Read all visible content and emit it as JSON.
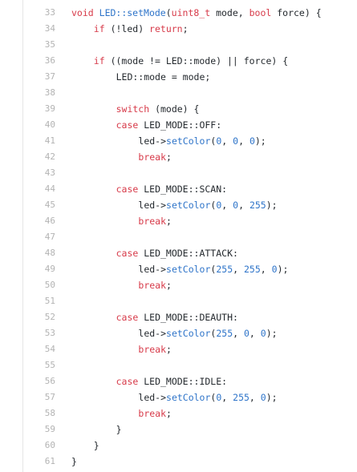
{
  "colors": {
    "keyword": "#d73a49",
    "function": "#2e74c9",
    "number": "#2e74c9",
    "text": "#24292e",
    "line_number": "#b3b3b3"
  },
  "lines": [
    {
      "n": "33",
      "indent": 0,
      "tokens": [
        {
          "t": "void",
          "c": "kw"
        },
        {
          "t": " ",
          "c": "plain"
        },
        {
          "t": "LED::setMode",
          "c": "fn"
        },
        {
          "t": "(",
          "c": "plain"
        },
        {
          "t": "uint8_t",
          "c": "kw"
        },
        {
          "t": " mode, ",
          "c": "plain"
        },
        {
          "t": "bool",
          "c": "kw"
        },
        {
          "t": " force) {",
          "c": "plain"
        }
      ]
    },
    {
      "n": "34",
      "indent": 4,
      "tokens": [
        {
          "t": "if",
          "c": "kw"
        },
        {
          "t": " (!led) ",
          "c": "plain"
        },
        {
          "t": "return",
          "c": "kw"
        },
        {
          "t": ";",
          "c": "plain"
        }
      ]
    },
    {
      "n": "35",
      "indent": 0,
      "tokens": []
    },
    {
      "n": "36",
      "indent": 4,
      "tokens": [
        {
          "t": "if",
          "c": "kw"
        },
        {
          "t": " ((mode != LED::mode) || force) {",
          "c": "plain"
        }
      ]
    },
    {
      "n": "37",
      "indent": 8,
      "tokens": [
        {
          "t": "LED::mode = mode;",
          "c": "plain"
        }
      ]
    },
    {
      "n": "38",
      "indent": 0,
      "tokens": []
    },
    {
      "n": "39",
      "indent": 8,
      "tokens": [
        {
          "t": "switch",
          "c": "kw"
        },
        {
          "t": " (mode) {",
          "c": "plain"
        }
      ]
    },
    {
      "n": "40",
      "indent": 8,
      "tokens": [
        {
          "t": "case",
          "c": "kw"
        },
        {
          "t": " LED_MODE::OFF:",
          "c": "plain"
        }
      ]
    },
    {
      "n": "41",
      "indent": 12,
      "tokens": [
        {
          "t": "led->",
          "c": "plain"
        },
        {
          "t": "setColor",
          "c": "fn"
        },
        {
          "t": "(",
          "c": "plain"
        },
        {
          "t": "0",
          "c": "num"
        },
        {
          "t": ", ",
          "c": "plain"
        },
        {
          "t": "0",
          "c": "num"
        },
        {
          "t": ", ",
          "c": "plain"
        },
        {
          "t": "0",
          "c": "num"
        },
        {
          "t": ");",
          "c": "plain"
        }
      ]
    },
    {
      "n": "42",
      "indent": 12,
      "tokens": [
        {
          "t": "break",
          "c": "kw"
        },
        {
          "t": ";",
          "c": "plain"
        }
      ]
    },
    {
      "n": "43",
      "indent": 0,
      "tokens": []
    },
    {
      "n": "44",
      "indent": 8,
      "tokens": [
        {
          "t": "case",
          "c": "kw"
        },
        {
          "t": " LED_MODE::SCAN:",
          "c": "plain"
        }
      ]
    },
    {
      "n": "45",
      "indent": 12,
      "tokens": [
        {
          "t": "led->",
          "c": "plain"
        },
        {
          "t": "setColor",
          "c": "fn"
        },
        {
          "t": "(",
          "c": "plain"
        },
        {
          "t": "0",
          "c": "num"
        },
        {
          "t": ", ",
          "c": "plain"
        },
        {
          "t": "0",
          "c": "num"
        },
        {
          "t": ", ",
          "c": "plain"
        },
        {
          "t": "255",
          "c": "num"
        },
        {
          "t": ");",
          "c": "plain"
        }
      ]
    },
    {
      "n": "46",
      "indent": 12,
      "tokens": [
        {
          "t": "break",
          "c": "kw"
        },
        {
          "t": ";",
          "c": "plain"
        }
      ]
    },
    {
      "n": "47",
      "indent": 0,
      "tokens": []
    },
    {
      "n": "48",
      "indent": 8,
      "tokens": [
        {
          "t": "case",
          "c": "kw"
        },
        {
          "t": " LED_MODE::ATTACK:",
          "c": "plain"
        }
      ]
    },
    {
      "n": "49",
      "indent": 12,
      "tokens": [
        {
          "t": "led->",
          "c": "plain"
        },
        {
          "t": "setColor",
          "c": "fn"
        },
        {
          "t": "(",
          "c": "plain"
        },
        {
          "t": "255",
          "c": "num"
        },
        {
          "t": ", ",
          "c": "plain"
        },
        {
          "t": "255",
          "c": "num"
        },
        {
          "t": ", ",
          "c": "plain"
        },
        {
          "t": "0",
          "c": "num"
        },
        {
          "t": ");",
          "c": "plain"
        }
      ]
    },
    {
      "n": "50",
      "indent": 12,
      "tokens": [
        {
          "t": "break",
          "c": "kw"
        },
        {
          "t": ";",
          "c": "plain"
        }
      ]
    },
    {
      "n": "51",
      "indent": 0,
      "tokens": []
    },
    {
      "n": "52",
      "indent": 8,
      "tokens": [
        {
          "t": "case",
          "c": "kw"
        },
        {
          "t": " LED_MODE::DEAUTH:",
          "c": "plain"
        }
      ]
    },
    {
      "n": "53",
      "indent": 12,
      "tokens": [
        {
          "t": "led->",
          "c": "plain"
        },
        {
          "t": "setColor",
          "c": "fn"
        },
        {
          "t": "(",
          "c": "plain"
        },
        {
          "t": "255",
          "c": "num"
        },
        {
          "t": ", ",
          "c": "plain"
        },
        {
          "t": "0",
          "c": "num"
        },
        {
          "t": ", ",
          "c": "plain"
        },
        {
          "t": "0",
          "c": "num"
        },
        {
          "t": ");",
          "c": "plain"
        }
      ]
    },
    {
      "n": "54",
      "indent": 12,
      "tokens": [
        {
          "t": "break",
          "c": "kw"
        },
        {
          "t": ";",
          "c": "plain"
        }
      ]
    },
    {
      "n": "55",
      "indent": 0,
      "tokens": []
    },
    {
      "n": "56",
      "indent": 8,
      "tokens": [
        {
          "t": "case",
          "c": "kw"
        },
        {
          "t": " LED_MODE::IDLE:",
          "c": "plain"
        }
      ]
    },
    {
      "n": "57",
      "indent": 12,
      "tokens": [
        {
          "t": "led->",
          "c": "plain"
        },
        {
          "t": "setColor",
          "c": "fn"
        },
        {
          "t": "(",
          "c": "plain"
        },
        {
          "t": "0",
          "c": "num"
        },
        {
          "t": ", ",
          "c": "plain"
        },
        {
          "t": "255",
          "c": "num"
        },
        {
          "t": ", ",
          "c": "plain"
        },
        {
          "t": "0",
          "c": "num"
        },
        {
          "t": ");",
          "c": "plain"
        }
      ]
    },
    {
      "n": "58",
      "indent": 12,
      "tokens": [
        {
          "t": "break",
          "c": "kw"
        },
        {
          "t": ";",
          "c": "plain"
        }
      ]
    },
    {
      "n": "59",
      "indent": 8,
      "tokens": [
        {
          "t": "}",
          "c": "plain"
        }
      ]
    },
    {
      "n": "60",
      "indent": 4,
      "tokens": [
        {
          "t": "}",
          "c": "plain"
        }
      ]
    },
    {
      "n": "61",
      "indent": 0,
      "tokens": [
        {
          "t": "}",
          "c": "plain"
        }
      ]
    }
  ]
}
